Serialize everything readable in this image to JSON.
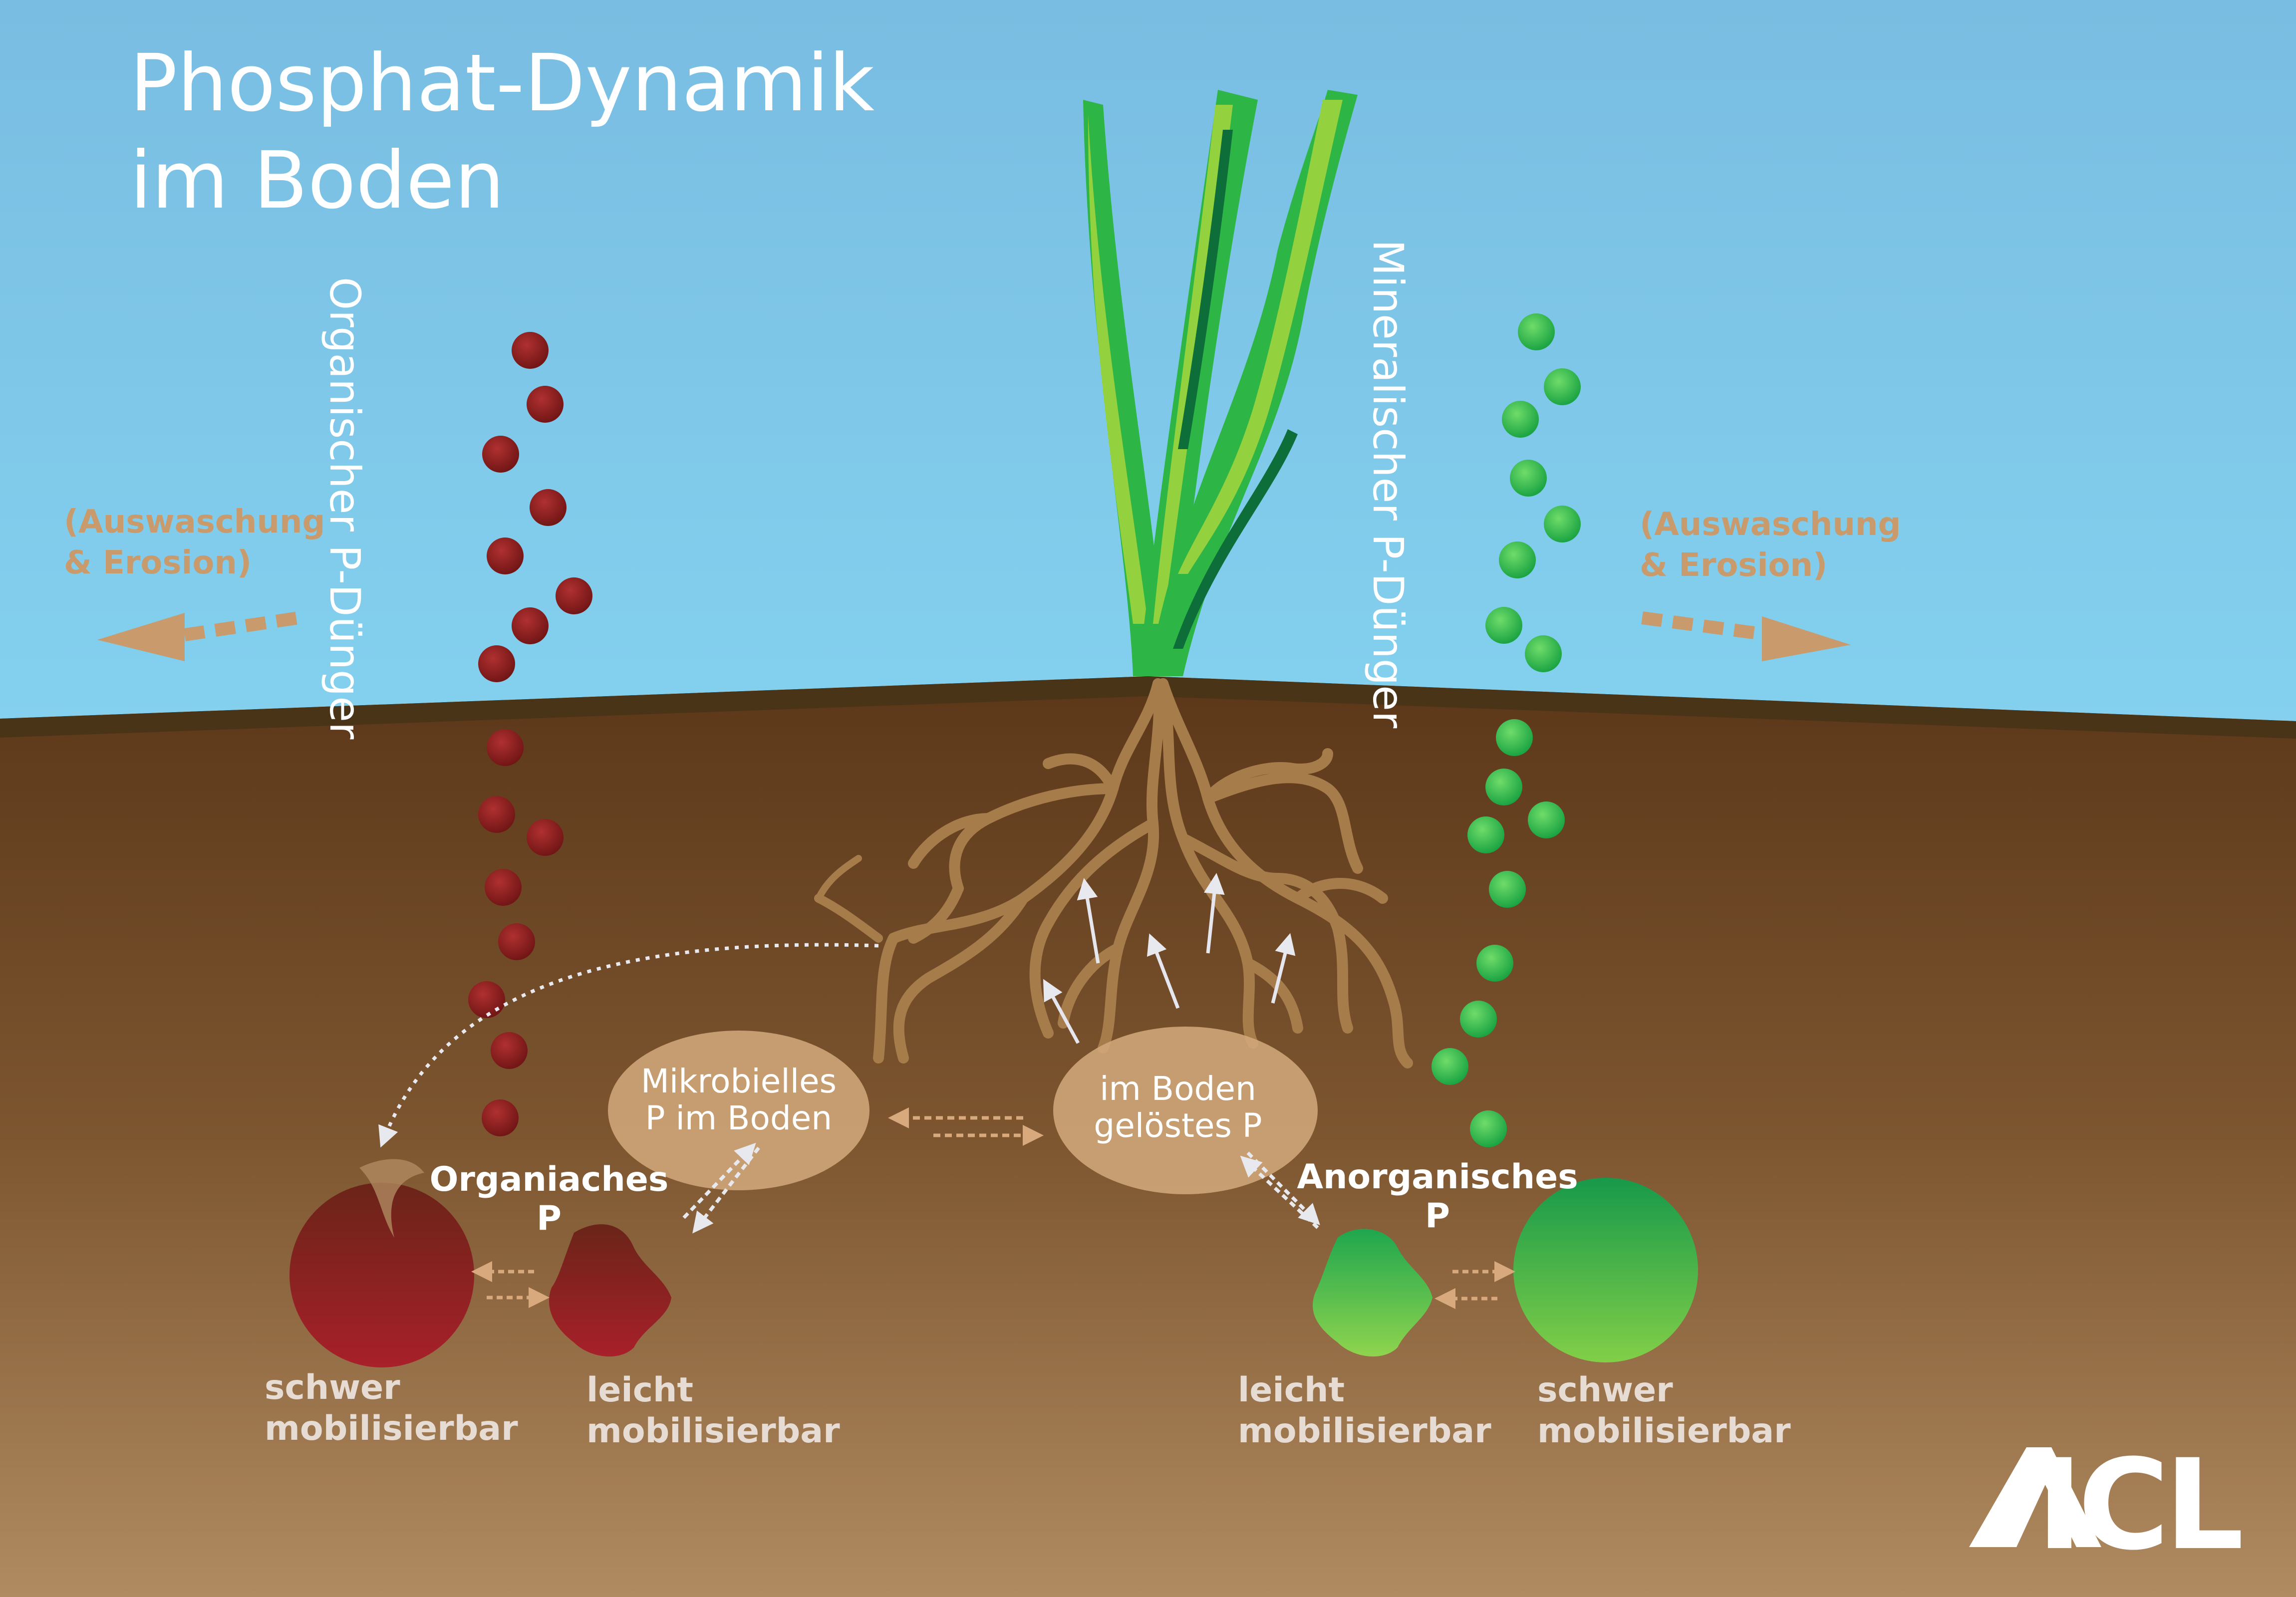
{
  "title": "Phosphat-Dynamik\nim Boden",
  "labels": {
    "organic_fertilizer": "Organischer P-Dünger",
    "mineral_fertilizer": "Mineralischer P-Dünger",
    "leaching_left": "(Auswaschung\n & Erosion)",
    "leaching_right": "(Auswaschung\n & Erosion)",
    "microbial_p": "Mikrobielles\nP im Boden",
    "dissolved_p": "im Boden\ngelöstes P",
    "organic_p": "Organiaches\nP",
    "inorganic_p": "Anorganisches\nP",
    "organic_hard": "schwer\nmobilisierbar",
    "organic_easy": "leicht\nmobilisierbar",
    "inorganic_easy": "leicht\nmobilisierbar",
    "inorganic_hard": "schwer\nmobilisierbar"
  },
  "logo": {
    "text": "ICL"
  },
  "colors": {
    "sky_top": "#7bbde3",
    "soil_top": "#5e3a1a",
    "soil_bottom": "#b08a60",
    "organic_dot": "#8b1c1c",
    "mineral_dot": "#2bb24c",
    "root": "#a47a4a",
    "arrow_tan": "#c99a6b"
  },
  "icons": [
    "organic-dot-icon",
    "mineral-dot-icon",
    "grass-plant-icon",
    "root-system-icon",
    "arrow-icon",
    "icl-logo-icon"
  ]
}
